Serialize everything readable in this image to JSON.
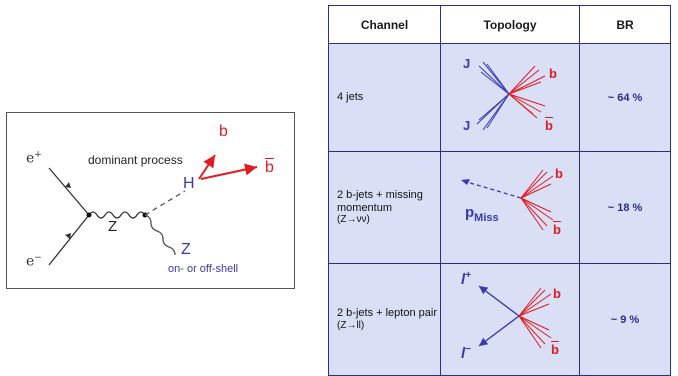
{
  "feynman": {
    "caption": "dominant process",
    "e_plus": "e",
    "e_plus_sup": "+",
    "e_minus": "e",
    "e_minus_sup": "−",
    "z_prop": "Z",
    "higgs": "H",
    "b": "b",
    "bbar": "b",
    "z_out": "Z",
    "z_note": "on- or off-shell",
    "colors": {
      "red": "#e11b22",
      "blue": "#3a3ab0",
      "line": "#333333"
    }
  },
  "table": {
    "headers": [
      "Channel",
      "Topology",
      "BR"
    ],
    "rows": [
      {
        "channel_main": "4 jets",
        "channel_sub": "",
        "br": "~ 64 %",
        "labels": {
          "j1": "J",
          "j2": "J",
          "b": "b",
          "bbar": "b"
        }
      },
      {
        "channel_main": "2 b-jets + missing momentum",
        "channel_sub": "(Z→νν)",
        "br": "~ 18 %",
        "labels": {
          "p": "p",
          "pmiss_sub": "Miss",
          "b": "b",
          "bbar": "b"
        }
      },
      {
        "channel_main": "2 b-jets + lepton pair",
        "channel_sub": "(Z→ll)",
        "br": "~ 9 %",
        "labels": {
          "lp": "l",
          "lp_sup": "+",
          "lm": "l",
          "lm_sup": "−",
          "b": "b",
          "bbar": "b"
        }
      }
    ],
    "colors": {
      "header_bg": "#ffffff",
      "cell_bg": "#d9dff4",
      "border": "#2b2d86",
      "br_text": "#2b2d86"
    }
  }
}
